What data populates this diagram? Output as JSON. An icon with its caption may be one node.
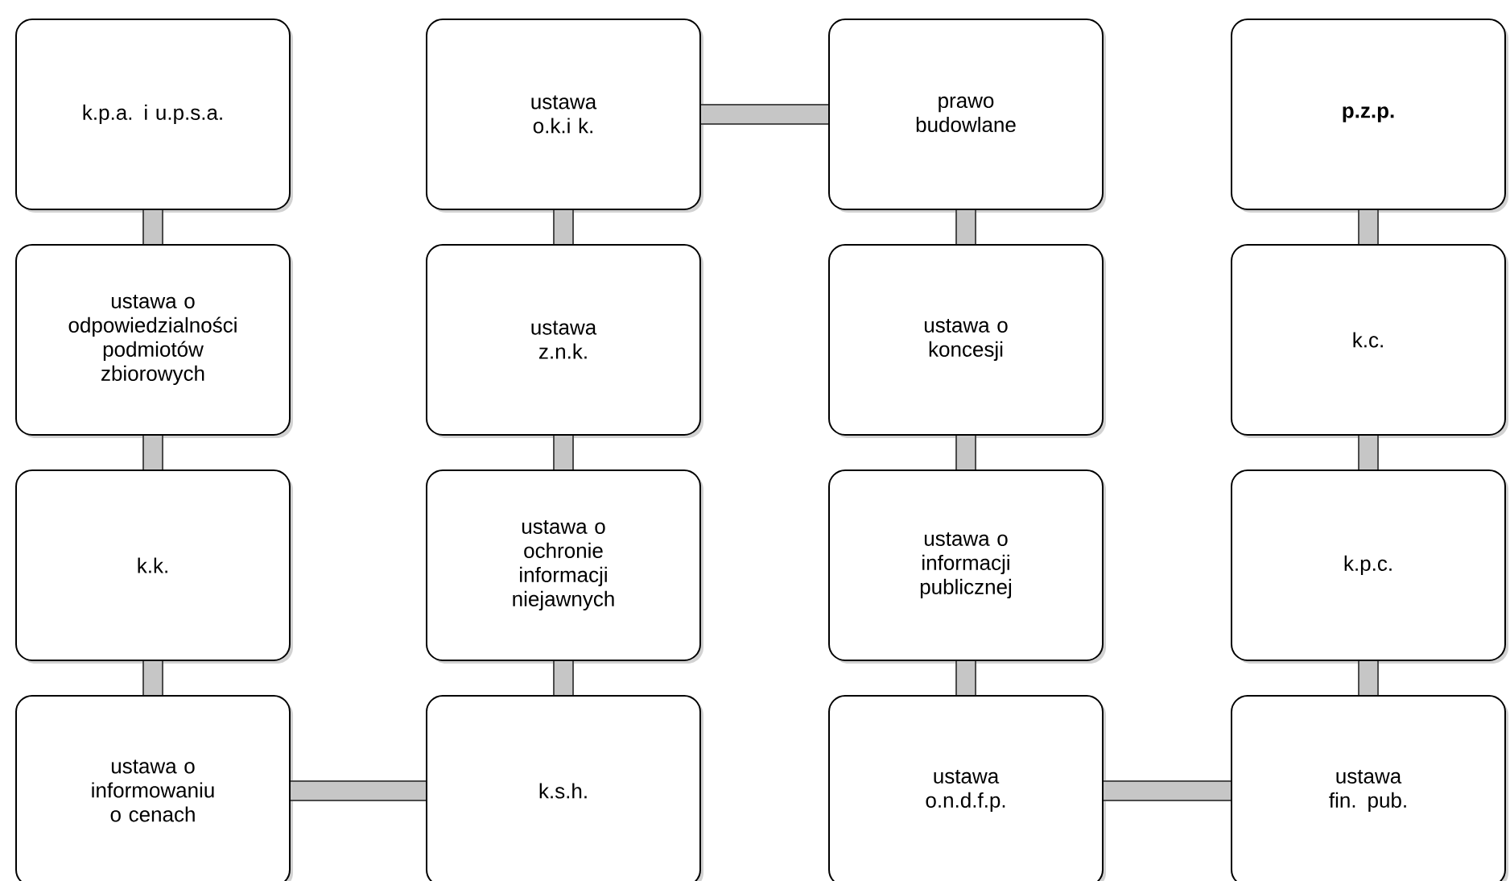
{
  "diagram": {
    "nodes": [
      {
        "text": [
          "k.p.a. i u.p.s.a."
        ]
      },
      {
        "text": [
          "ustawa o.k.i k."
        ]
      },
      {
        "text": [
          "prawo budowlane"
        ]
      },
      {
        "text": [
          "p.z.p."
        ]
      },
      {
        "text": [
          "ustawa o odpowiedzialności podmiotów zbiorowych"
        ]
      },
      {
        "text": [
          "ustawa z.n.k."
        ]
      },
      {
        "text": [
          "ustawa o koncesji"
        ]
      },
      {
        "text": [
          "k.c."
        ]
      },
      {
        "text": [
          "k.k."
        ]
      },
      {
        "text": [
          "ustawa o ochronie informacji niejawnych"
        ]
      },
      {
        "text": [
          "ustawa o informacji publicznej"
        ]
      },
      {
        "text": [
          "k.p.c."
        ]
      },
      {
        "text": [
          "ustawa o informowaniu o cenach"
        ]
      },
      {
        "text": [
          "k.s.h."
        ]
      },
      {
        "text": [
          "ustawa o.n.d.f.p."
        ]
      },
      {
        "text": [
          "ustawa fin. pub."
        ]
      }
    ],
    "edges": [
      {
        "from": 0,
        "to": 4,
        "arrow": "none"
      },
      {
        "from": 4,
        "to": 8,
        "arrow": "none"
      },
      {
        "from": 8,
        "to": 12,
        "arrow": "none"
      },
      {
        "from": 12,
        "to": 13,
        "arrow": "none"
      },
      {
        "from": 13,
        "to": 9,
        "arrow": "none"
      },
      {
        "from": 9,
        "to": 5,
        "arrow": "none"
      },
      {
        "from": 5,
        "to": 1,
        "arrow": "none"
      },
      {
        "from": 1,
        "to": 2,
        "arrow": "none"
      },
      {
        "from": 2,
        "to": 6,
        "arrow": "none"
      },
      {
        "from": 6,
        "to": 10,
        "arrow": "none"
      },
      {
        "from": 10,
        "to": 14,
        "arrow": "none"
      },
      {
        "from": 14,
        "to": 15,
        "arrow": "none"
      },
      {
        "from": 15,
        "to": 11,
        "arrow": "none"
      },
      {
        "from": 11,
        "to": 7,
        "arrow": "none"
      },
      {
        "from": 7,
        "to": 3,
        "arrow": "none"
      }
    ]
  }
}
